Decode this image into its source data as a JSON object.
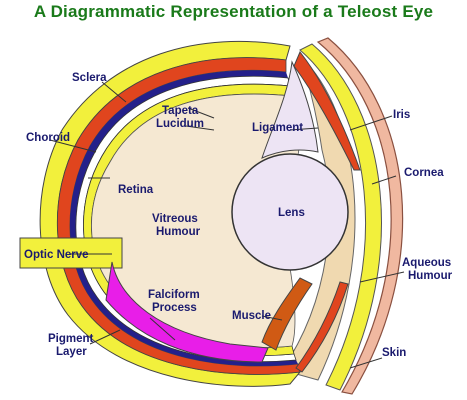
{
  "title": "A Diagrammatic Representation of a Teleost Eye",
  "labels": {
    "sclera": "Sclera",
    "tapeta_lucidum_1": "Tapeta",
    "tapeta_lucidum_2": "Lucidum",
    "choroid": "Choroid",
    "ligament": "Ligament",
    "iris": "Iris",
    "retina": "Retina",
    "cornea": "Cornea",
    "vitreous_1": "Vitreous",
    "vitreous_2": "Humour",
    "lens": "Lens",
    "optic_nerve": "Optic Nerve",
    "aqueous_1": "Aqueous",
    "aqueous_2": "Humour",
    "falciform_1": "Falciform",
    "falciform_2": "Process",
    "muscle": "Muscle",
    "pigment_1": "Pigment",
    "pigment_2": "Layer",
    "skin": "Skin"
  },
  "colors": {
    "title": "#1a7a1a",
    "label": "#1a1a6e",
    "sclera_yellow": "#f2f03c",
    "choroid_red": "#e0451e",
    "tapeta_blue": "#24208a",
    "retina_white": "#ffffff",
    "vitreous": "#f5e8d2",
    "lens": "#ede4f4",
    "falciform": "#e81ee8",
    "muscle": "#d05a14",
    "aqueous": "#f0d9b0",
    "skin": "#f0b8a0"
  }
}
